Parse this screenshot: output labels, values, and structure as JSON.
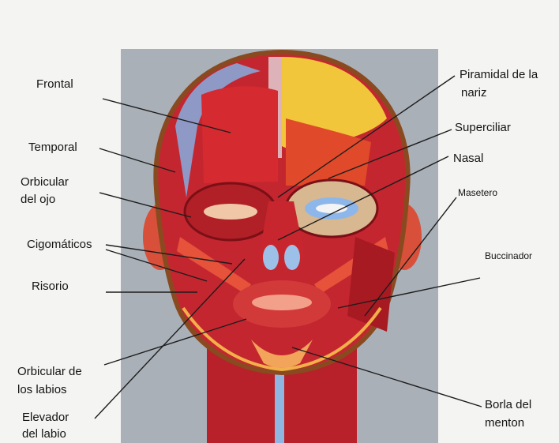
{
  "diagram": {
    "labels": {
      "frontal": "Frontal",
      "temporal": "Temporal",
      "orbicular_ojo_1": "Orbicular",
      "orbicular_ojo_2": "del ojo",
      "cigomaticos": "Cigomáticos",
      "risorio": "Risorio",
      "orbicular_labios_1": "Orbicular de",
      "orbicular_labios_2": "los labios",
      "elevador_labio_1": "Elevador",
      "elevador_labio_2": "del labio",
      "piramidal_1": "Piramidal de la",
      "piramidal_2": "nariz",
      "superciliar": "Superciliar",
      "nasal": "Nasal",
      "masetero": "Masetero",
      "buccinador": "Buccinador",
      "borla_1": "Borla del",
      "borla_2": "menton"
    },
    "colors": {
      "muscle": "#c8222a",
      "muscle_dark": "#7d0f15",
      "fascia_blue": "#7fa6d6",
      "tendon_yellow": "#f2cc3a",
      "background_panel": "#aab2bb"
    }
  }
}
